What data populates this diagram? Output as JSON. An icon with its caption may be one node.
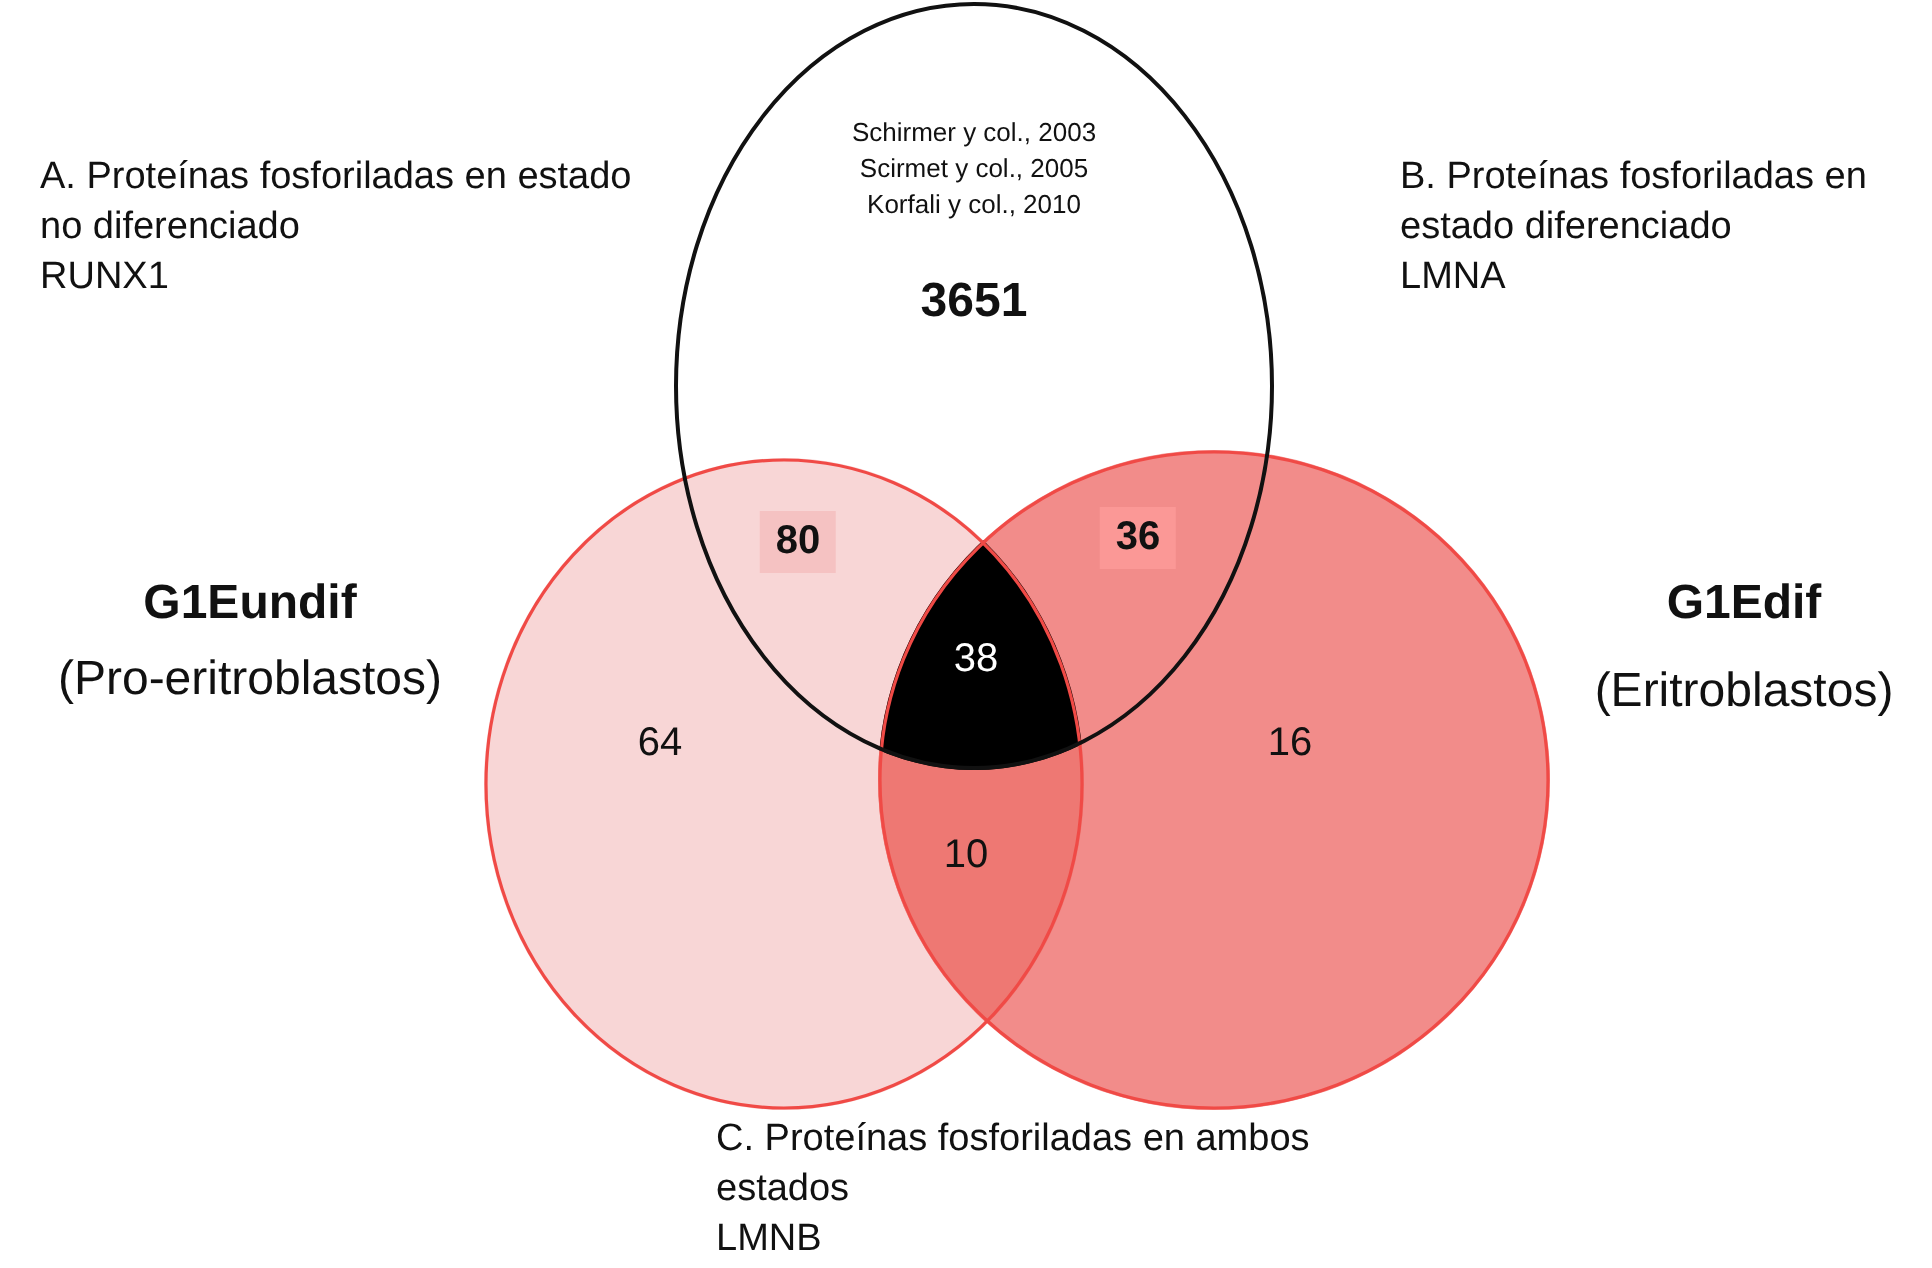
{
  "diagram": {
    "nodes": [
      {
        "text": [
          "Schirmer y col., 2003",
          "Scirmet y col., 2005",
          "Korfali y col., 2010",
          "3651"
        ]
      },
      {
        "text": [
          "64"
        ],
        "beside": [
          "G1Eundif",
          "(Pro-eritroblastos)"
        ]
      },
      {
        "text": [
          "16"
        ],
        "beside": [
          "G1Edif",
          "(Eritroblastos)"
        ]
      }
    ],
    "labels": [
      "A.   Proteínas fosforiladas en estado no diferenciado",
      "RUNX1",
      "B. Proteínas fosforiladas en estado diferenciado",
      "LMNA",
      "80",
      "36",
      "38",
      "10",
      "C. Proteínas fosforiladas en ambos estados",
      "LMNB"
    ]
  }
}
